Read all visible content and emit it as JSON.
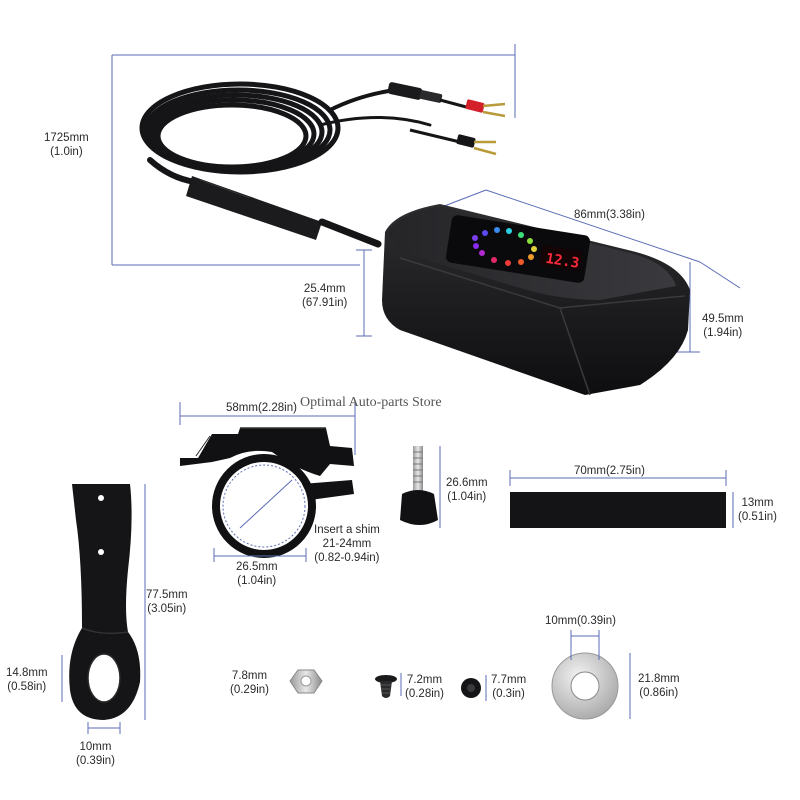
{
  "watermark": "Optimal Auto-parts Store",
  "cable": {
    "length_mm": "1725mm",
    "length_in": "(1.0in)"
  },
  "charger": {
    "width_mm": "86mm(3.38in)",
    "height_mm": "25.4mm",
    "height_in": "(67.91in)",
    "depth_mm": "49.5mm",
    "depth_in": "(1.94in)",
    "display_text": "12.3"
  },
  "clamp": {
    "width": "58mm(2.28in)",
    "inner_mm": "26.5mm",
    "inner_in": "(1.04in)",
    "shim_title": "Insert a shim",
    "shim_range_mm": "21-24mm",
    "shim_range_in": "(0.82-0.94in)"
  },
  "knob_bolt": {
    "length_mm": "26.6mm",
    "length_in": "(1.04in)"
  },
  "pad": {
    "length": "70mm(2.75in)",
    "width_mm": "13mm",
    "width_in": "(0.51in)"
  },
  "bracket": {
    "length_mm": "77.5mm",
    "length_in": "(3.05in)",
    "ring_mm": "14.8mm",
    "ring_in": "(0.58in)",
    "bottom_mm": "10mm",
    "bottom_in": "(0.39in)"
  },
  "nut": {
    "size_mm": "7.8mm",
    "size_in": "(0.29in)"
  },
  "screw": {
    "size_mm": "7.2mm",
    "size_in": "(0.28in)"
  },
  "cap_nut": {
    "size_mm": "7.7mm",
    "size_in": "(0.3in)"
  },
  "washer": {
    "inner": "10mm(0.39in)",
    "outer_mm": "21.8mm",
    "outer_in": "(0.86in)"
  },
  "colors": {
    "body": "#1c1c1e",
    "dimension_line": "#5b6cb5",
    "red_wire": "#d4202a",
    "display": "#ff2a3a"
  }
}
